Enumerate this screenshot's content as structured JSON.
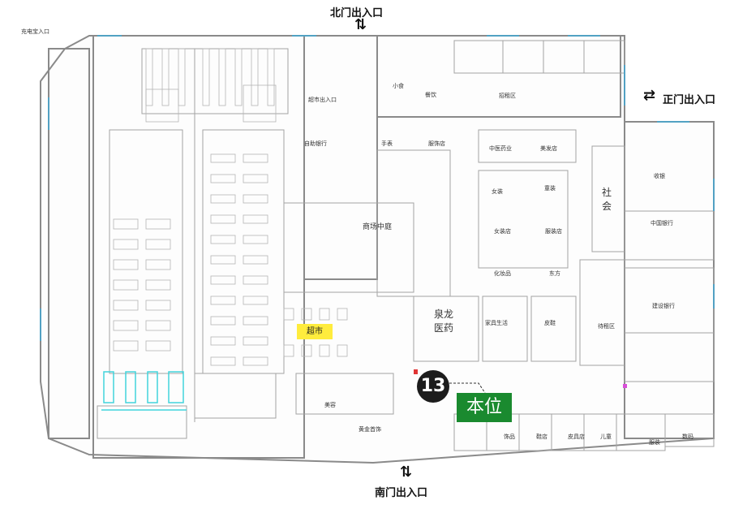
{
  "entrances": {
    "north": "北门出入口",
    "east": "正门出入口",
    "south": "南门出入口"
  },
  "rooms": {
    "atrium": "商场中庭",
    "supermarket": "超市",
    "pharmacy": "泉龙\n医药",
    "waiting_area": "待租区",
    "bank_china": "中国银行",
    "bank_construction": "建设银行",
    "community": "社\n会",
    "cashier": "收银",
    "area_top": "招租区",
    "small_shop": "小食",
    "dining": "餐饮",
    "shop_mid_left": "中医药业",
    "shop_mid_right": "美发店",
    "shop_a": "女装",
    "shop_b": "童装",
    "shop_c": "家具生活",
    "shop_d": "皮鞋",
    "shop_e": "女装店",
    "shop_f": "服装店",
    "shop_g": "化妆品",
    "shop_h": "东方",
    "shop_i": "手表",
    "shop_j": "服饰店",
    "shop_k": "自助银行",
    "shop_l": "黄金首饰",
    "shop_m": "美容",
    "shop_n": "服装",
    "shop_o": "超市出入口",
    "shop_p": "饰品",
    "shop_q": "鞋店",
    "shop_r": "皮具店",
    "shop_s": "儿童",
    "shop_t": "数码",
    "corner_label": "充电宝入口"
  },
  "marker": {
    "number": "13",
    "text": "本位"
  },
  "colors": {
    "wall": "#8a8a8a",
    "door": "#3fa9d6",
    "highlight": "#ffec3d",
    "marker_bg": "#1a8a2f",
    "badge_bg": "#1c1c1c",
    "cyan_fixture": "#41d4dc"
  }
}
